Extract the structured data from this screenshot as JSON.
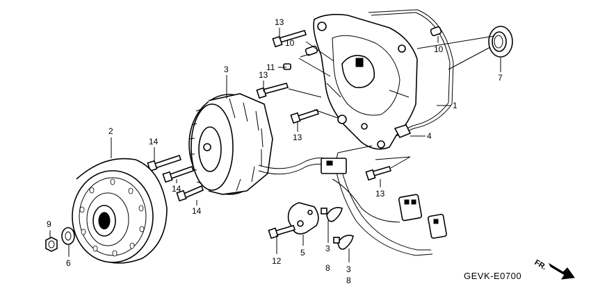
{
  "diagram": {
    "drawing_code": "GEVK-E0700",
    "front_indicator": "FR.",
    "callouts": [
      {
        "id": "c1",
        "label": "1",
        "part": "left-crankcase-cover"
      },
      {
        "id": "c2",
        "label": "2",
        "part": "flywheel"
      },
      {
        "id": "c3a",
        "label": "3",
        "part": "stator"
      },
      {
        "id": "c4",
        "label": "4",
        "part": "pulse-generator"
      },
      {
        "id": "c5",
        "label": "5",
        "part": "wire-clamp"
      },
      {
        "id": "c6",
        "label": "6",
        "part": "washer"
      },
      {
        "id": "c7",
        "label": "7",
        "part": "oil-seal"
      },
      {
        "id": "c9",
        "label": "9",
        "part": "nut"
      },
      {
        "id": "c10a",
        "label": "10",
        "part": "dowel-pin"
      },
      {
        "id": "c10b",
        "label": "10",
        "part": "dowel-pin"
      },
      {
        "id": "c11",
        "label": "11",
        "part": "pin"
      },
      {
        "id": "c12",
        "label": "12",
        "part": "bolt"
      },
      {
        "id": "c13a",
        "label": "13",
        "part": "bolt"
      },
      {
        "id": "c13b",
        "label": "13",
        "part": "bolt"
      },
      {
        "id": "c13c",
        "label": "13",
        "part": "bolt"
      },
      {
        "id": "c13d",
        "label": "13",
        "part": "bolt"
      },
      {
        "id": "c14a",
        "label": "14",
        "part": "bolt"
      },
      {
        "id": "c14b",
        "label": "14",
        "part": "bolt"
      },
      {
        "id": "c14c",
        "label": "14",
        "part": "bolt"
      },
      {
        "id": "c3b",
        "label": "3",
        "part": "clip"
      },
      {
        "id": "c8a",
        "label": "8",
        "part": "clip"
      },
      {
        "id": "c3c",
        "label": "3",
        "part": "clip"
      },
      {
        "id": "c8b",
        "label": "8",
        "part": "clip"
      }
    ]
  }
}
